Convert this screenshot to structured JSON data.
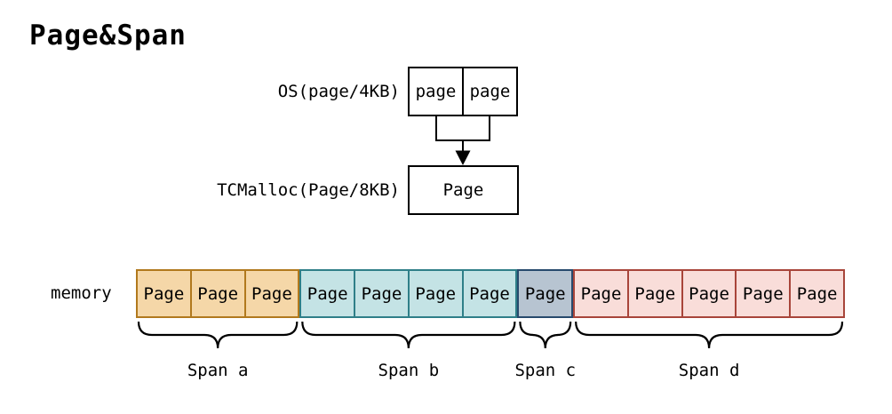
{
  "title": "Page&Span",
  "os_row": {
    "label": "OS(page/4KB)",
    "cells": [
      "page",
      "page"
    ]
  },
  "tcmalloc_row": {
    "label": "TCMalloc(Page/8KB)",
    "cell": "Page"
  },
  "memory_row": {
    "label": "memory",
    "page_label": "Page",
    "spans": [
      {
        "name": "Span a",
        "pages": 3,
        "fill": "#f5d7a8",
        "border": "#b1791d"
      },
      {
        "name": "Span b",
        "pages": 4,
        "fill": "#c4e3e5",
        "border": "#2f7f88"
      },
      {
        "name": "Span c",
        "pages": 1,
        "fill": "#b7c4d1",
        "border": "#274a6d"
      },
      {
        "name": "Span d",
        "pages": 5,
        "fill": "#f9ddd9",
        "border": "#a8453a"
      }
    ]
  },
  "colors": {
    "line": "#000000",
    "background": "#ffffff"
  }
}
